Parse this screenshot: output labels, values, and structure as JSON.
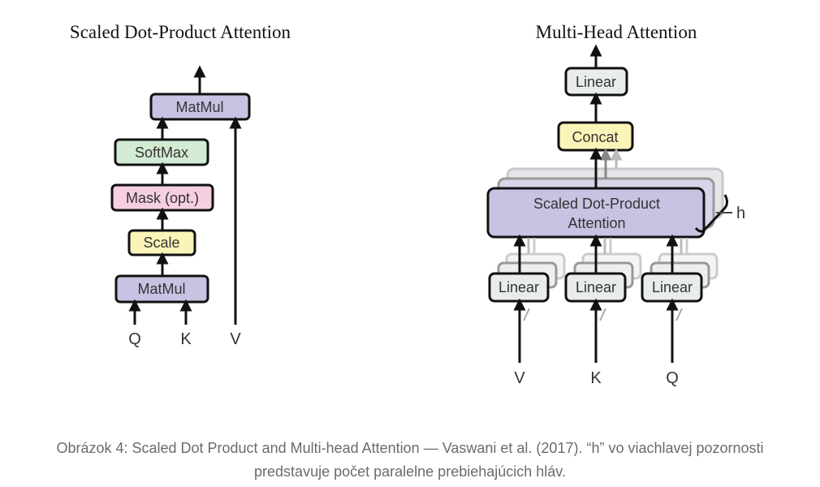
{
  "left_diagram": {
    "title": "Scaled Dot-Product Attention",
    "boxes": {
      "matmul_top": "MatMul",
      "softmax": "SoftMax",
      "mask": "Mask (opt.)",
      "scale": "Scale",
      "matmul_bottom": "MatMul"
    },
    "inputs": {
      "q": "Q",
      "k": "K",
      "v": "V"
    }
  },
  "right_diagram": {
    "title": "Multi-Head Attention",
    "boxes": {
      "linear_top": "Linear",
      "concat": "Concat",
      "attention_line1": "Scaled Dot-Product",
      "attention_line2": "Attention",
      "linear_v": "Linear",
      "linear_k": "Linear",
      "linear_q": "Linear"
    },
    "heads_label": "h",
    "inputs": {
      "v": "V",
      "k": "K",
      "q": "Q"
    }
  },
  "colors": {
    "matmul": "#c8c2e3",
    "softmax": "#d3ead3",
    "mask": "#f6cfe0",
    "scale": "#fbf4b8",
    "linear": "#e9ecec",
    "concat": "#fbf4b8",
    "attention": "#c8c2e3"
  },
  "caption": {
    "line1": "Obrázok 4: Scaled Dot Product and Multi-head Attention — Vaswani et al. (2017). “h” vo viachlavej pozornosti",
    "line2": "predstavuje počet paralelne prebiehajúcich hláv."
  }
}
